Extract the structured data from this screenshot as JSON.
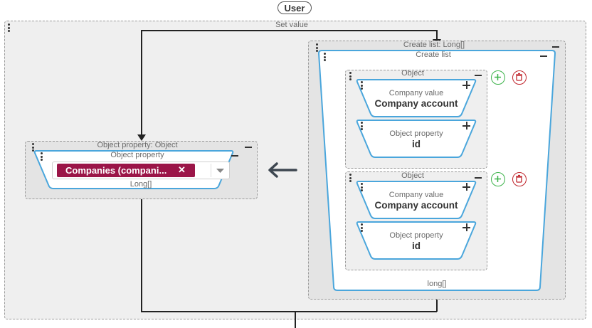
{
  "user_node": {
    "label": "User"
  },
  "set_value": {
    "label": "Set value"
  },
  "object_property_group": {
    "label": "Object property: Object",
    "card_label": "Object property",
    "chip_label": "Companies (compani...",
    "chip_close": "✕",
    "type_label": "Long[]"
  },
  "create_list_group": {
    "label": "Create list: Long[]",
    "card_label": "Create list",
    "type_label": "long[]",
    "objects": [
      {
        "label": "Object",
        "company_value": {
          "small": "Company value",
          "big": "Company account"
        },
        "object_property": {
          "small": "Object property",
          "big": "id"
        }
      },
      {
        "label": "Object",
        "company_value": {
          "small": "Company value",
          "big": "Company account"
        },
        "object_property": {
          "small": "Object property",
          "big": "id"
        }
      }
    ]
  },
  "arrow": {
    "symbol": "←"
  },
  "colors": {
    "card_border": "#4aa6dc",
    "chip_bg": "#9b1548",
    "add_green": "#3cb34a",
    "delete_red": "#c0262d",
    "group_bg": "#efefef"
  }
}
